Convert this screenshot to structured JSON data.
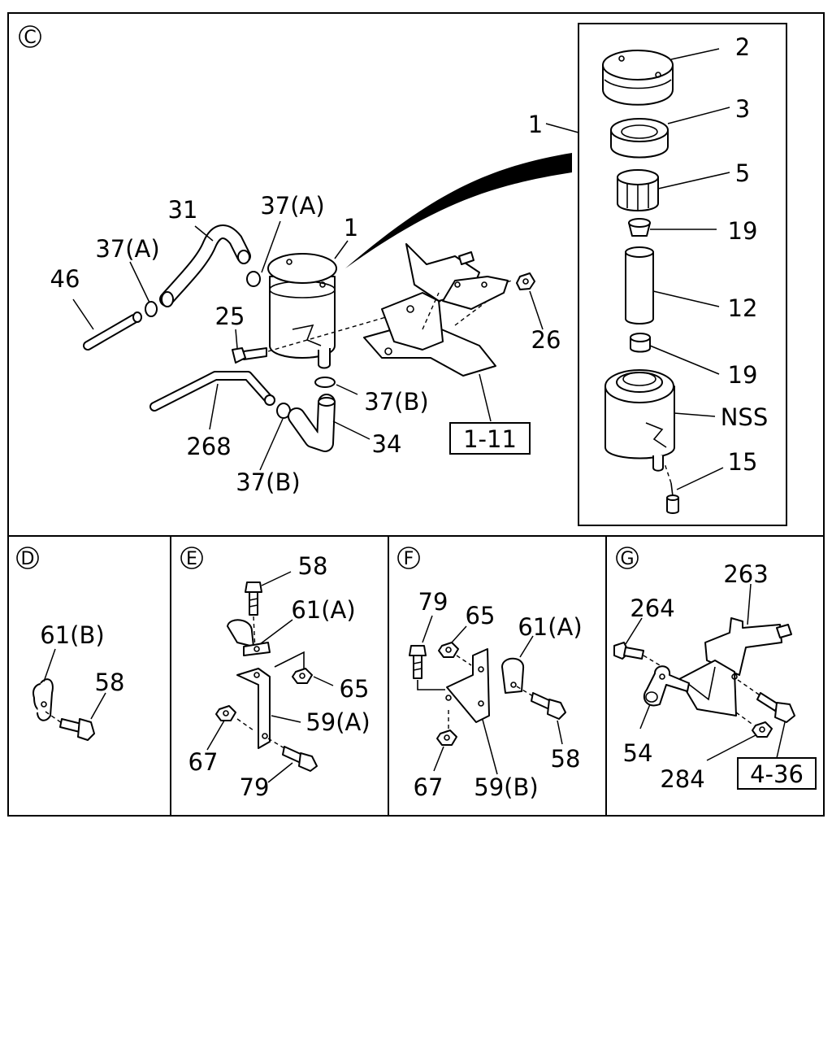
{
  "panels": {
    "c": {
      "marker": "C",
      "labels": {
        "p31": "31",
        "p37a_top": "37(A)",
        "p1_tank": "1",
        "p37a_left": "37(A)",
        "p46": "46",
        "p25": "25",
        "p26": "26",
        "p37b_right": "37(B)",
        "p268": "268",
        "p34": "34",
        "p37b_bottom": "37(B)",
        "ref_1_11": "1-11",
        "p1_inset": "1"
      },
      "inset_labels": {
        "p2": "2",
        "p3": "3",
        "p5": "5",
        "p19_top": "19",
        "p12": "12",
        "p19_bottom": "19",
        "nss": "NSS",
        "p15": "15"
      }
    },
    "d": {
      "marker": "D",
      "labels": {
        "p61b": "61(B)",
        "p58": "58"
      }
    },
    "e": {
      "marker": "E",
      "labels": {
        "p58": "58",
        "p61a": "61(A)",
        "p65": "65",
        "p59a": "59(A)",
        "p67": "67",
        "p79": "79"
      }
    },
    "f": {
      "marker": "F",
      "labels": {
        "p79": "79",
        "p65": "65",
        "p61a": "61(A)",
        "p58": "58",
        "p67": "67",
        "p59b": "59(B)"
      }
    },
    "g": {
      "marker": "G",
      "labels": {
        "p263": "263",
        "p264": "264",
        "p54": "54",
        "p284": "284",
        "ref_4_36": "4-36"
      }
    }
  }
}
